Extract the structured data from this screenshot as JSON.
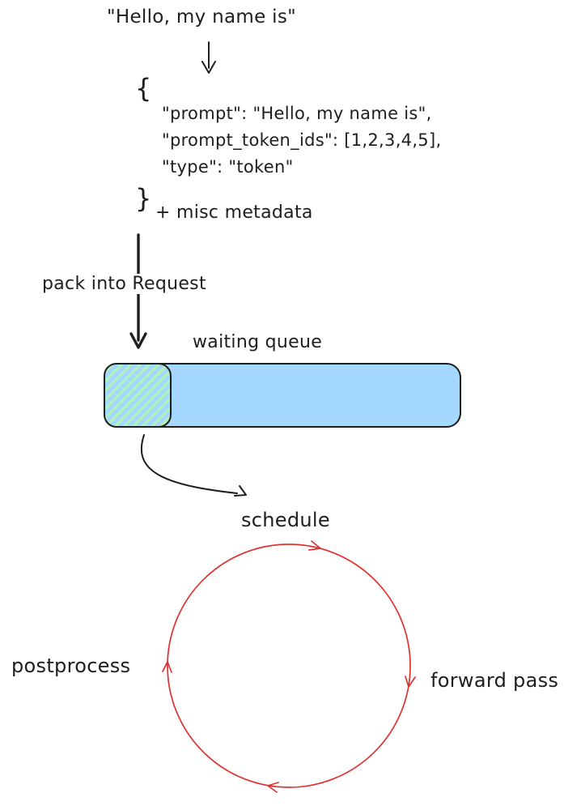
{
  "canvas": {
    "input_text": "\"Hello, my name is\"",
    "request_json": {
      "open_brace": "{",
      "lines": [
        "\"prompt\": \"Hello, my name is\",",
        "\"prompt_token_ids\": [1,2,3,4,5],",
        "\"type\": \"token\""
      ],
      "close_brace": "}",
      "metadata_note": "+ misc metadata"
    },
    "pack_arrow_label": "pack into Request",
    "waiting_queue_label": "waiting queue",
    "engine_loop": {
      "schedule_label": "schedule",
      "forward_pass_label": "forward pass",
      "postprocess_label": "postprocess"
    },
    "colors": {
      "ink": "#1e1e1e",
      "queue_fill": "#a5d8ff",
      "queue_hatch": "#b2f2bb",
      "loop_stroke": "#e03131"
    }
  }
}
